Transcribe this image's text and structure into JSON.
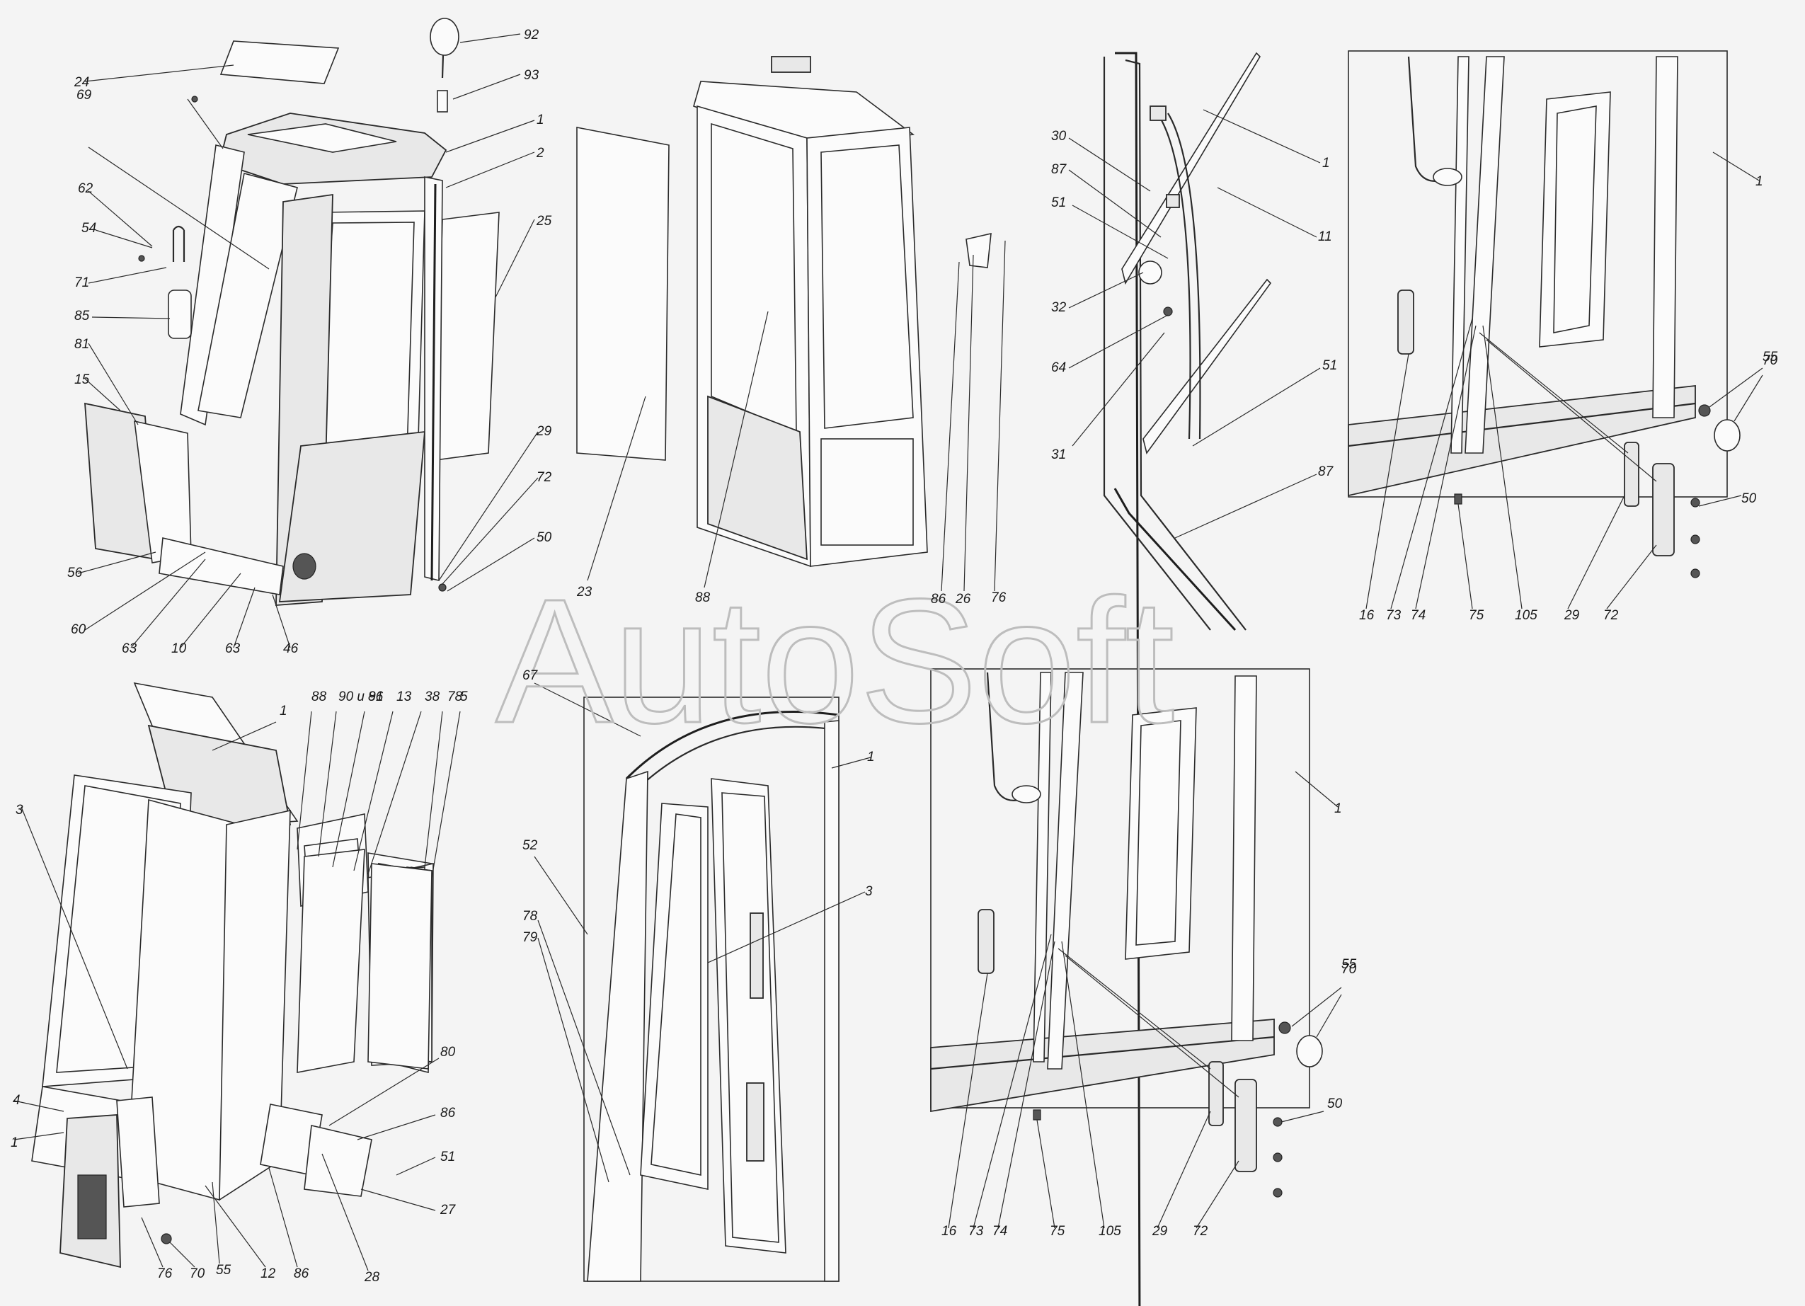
{
  "watermark": "AutoSoft",
  "views": [
    {
      "id": "cab-front-exploded",
      "labels": [
        "24",
        "92",
        "93",
        "69",
        "1",
        "2",
        "62",
        "54",
        "71",
        "25",
        "85",
        "81",
        "15",
        "29",
        "72",
        "50",
        "56",
        "60",
        "63",
        "10",
        "63",
        "46"
      ]
    },
    {
      "id": "cab-frame-rear",
      "labels": [
        "23",
        "88",
        "86",
        "26",
        "76"
      ]
    },
    {
      "id": "door-hinge-detail-a",
      "labels": [
        "30",
        "87",
        "51",
        "32",
        "64",
        "31",
        "1",
        "11",
        "51",
        "87"
      ]
    },
    {
      "id": "door-lock-detail-a",
      "labels": [
        "1",
        "55",
        "70",
        "50",
        "16",
        "73",
        "74",
        "75",
        "105",
        "29",
        "72"
      ]
    },
    {
      "id": "cab-side-exploded",
      "labels": [
        "1",
        "88",
        "90 и 91",
        "86",
        "13",
        "38",
        "78",
        "5",
        "3",
        "80",
        "86",
        "51",
        "27",
        "4",
        "1",
        "76",
        "70",
        "55",
        "12",
        "86",
        "28"
      ]
    },
    {
      "id": "door-frame-detail",
      "labels": [
        "67",
        "1",
        "52",
        "78",
        "79",
        "3"
      ]
    },
    {
      "id": "door-lock-detail-b",
      "labels": [
        "1",
        "55",
        "70",
        "50",
        "16",
        "73",
        "74",
        "75",
        "105",
        "29",
        "72"
      ]
    }
  ]
}
